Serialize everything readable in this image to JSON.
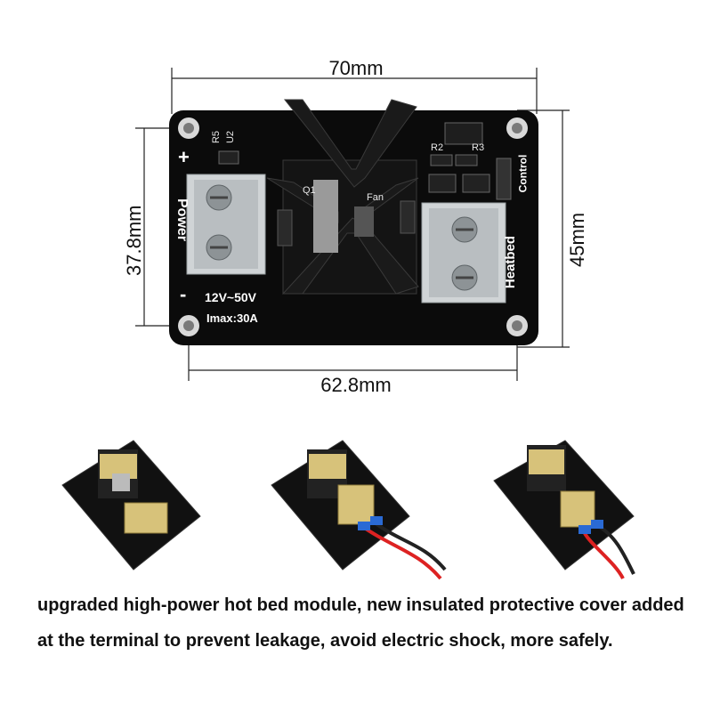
{
  "dimensions": {
    "top_width": "70mm",
    "bottom_width": "62.8mm",
    "left_height": "37.8mm",
    "right_height": "45mm"
  },
  "board": {
    "power_label": "Power",
    "plus_mark": "+",
    "minus_mark": "-",
    "voltage": "12V~50V",
    "current": "Imax:30A",
    "heatbed_label": "Heatbed",
    "control_label": "Control",
    "fan_label": "Fan",
    "q1_label": "Q1",
    "r2_label": "R2",
    "r3_label": "R3",
    "r5_label": "R5",
    "u2_label": "U2"
  },
  "thumbnails": [
    {
      "name": "module-with-covers"
    },
    {
      "name": "module-wired-front"
    },
    {
      "name": "module-wired-side"
    }
  ],
  "caption": "upgraded high-power hot bed module, new insulated protective cover added at the terminal to prevent leakage, avoid electric shock, more safely."
}
